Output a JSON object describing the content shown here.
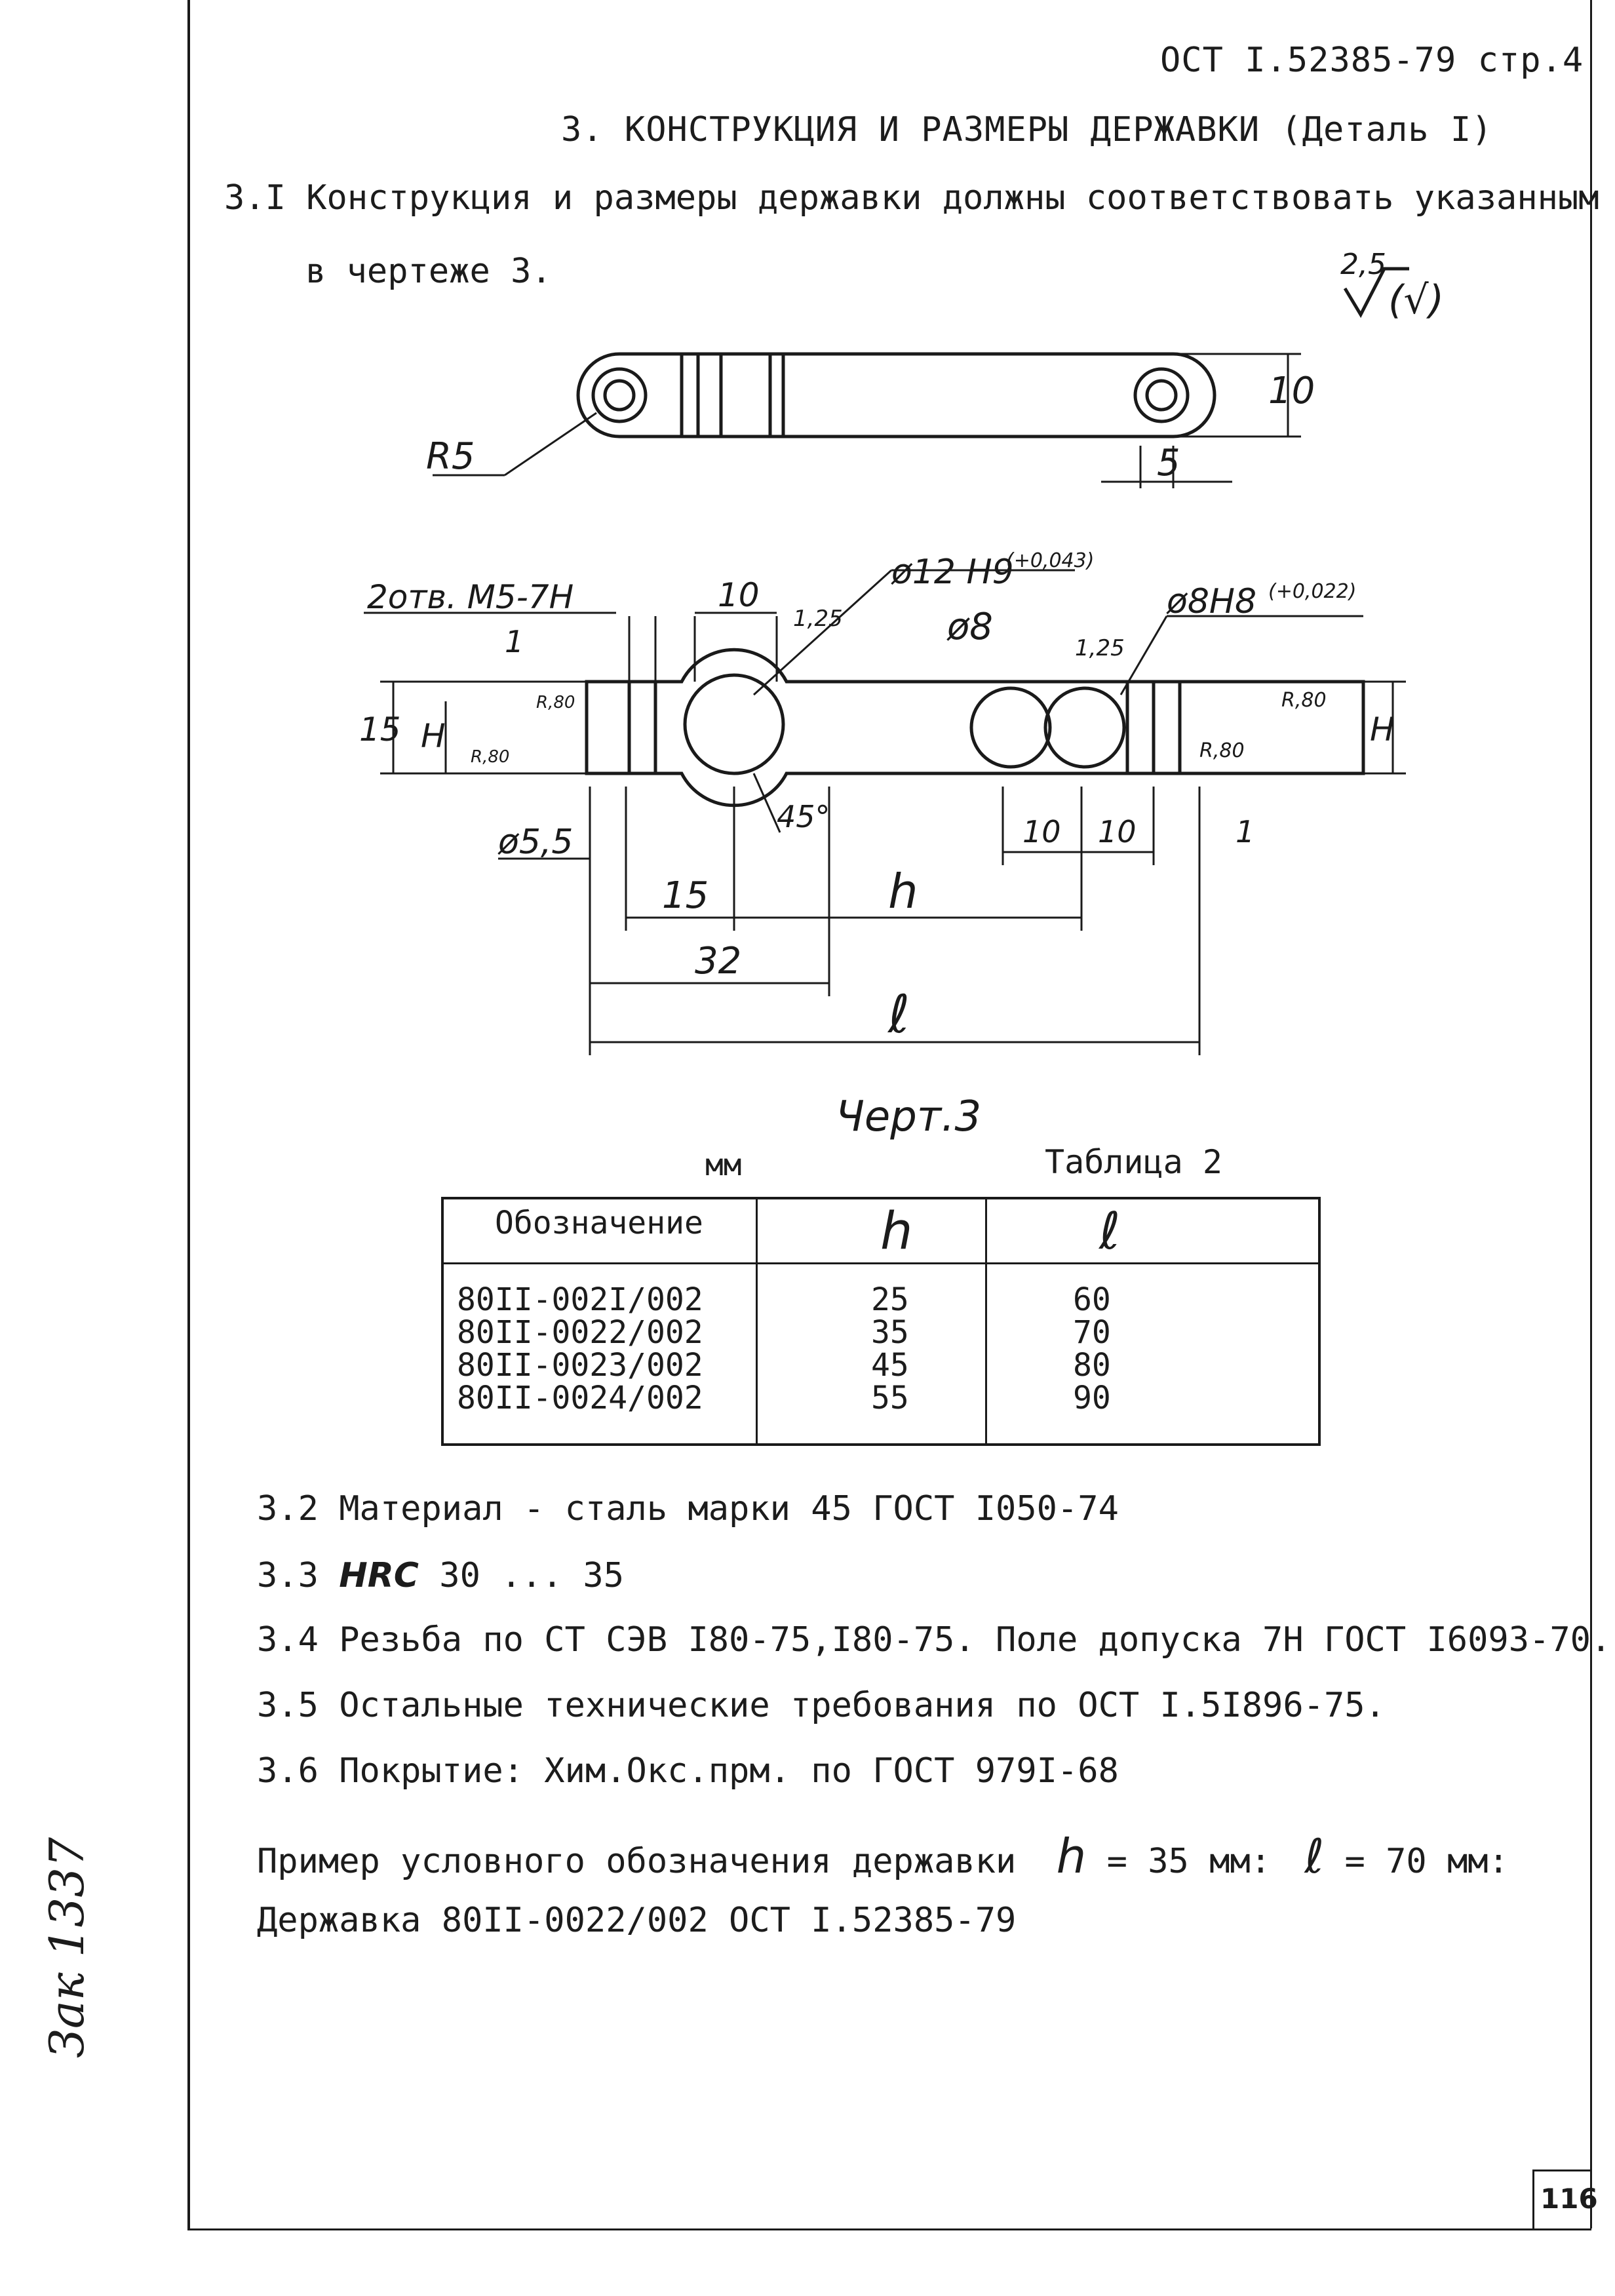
{
  "header": {
    "standard_code": "ОСТ I.52385-79 стр.4",
    "section_title": "3. КОНСТРУКЦИЯ И РАЗМЕРЫ ДЕРЖАВКИ (Деталь I)"
  },
  "intro": {
    "line1": "3.I Конструкция и размеры державки должны соответствовать указанным",
    "line2": "в чертеже 3."
  },
  "drawing": {
    "roughness_value": "2,5",
    "roughness_paren": "(√)",
    "top_view": {
      "radius_label": "R5",
      "height_label": "10",
      "offset_label": "5"
    },
    "section_view": {
      "threaded_holes_label": "2отв. M5-7H",
      "dim_10_top": "10",
      "chamfer_left": "1,25",
      "bore_label": "ø12 H9",
      "bore_tolerance": "(+0,043)",
      "pin_label": "ø8",
      "chamfer_right": "1,25",
      "small_bore_label": "ø8H8",
      "small_bore_tolerance": "(+0,022)",
      "dim_1_left": "1",
      "dim_15": "15",
      "dim_H_left": "H",
      "r_left_top": "R,80",
      "r_left_bottom": "R,80",
      "r_right_top": "R,80",
      "r_right_bottom": "R,80",
      "dim_H_right": "H",
      "angle_label": "45°",
      "hole_dia_label": "ø5,5",
      "dim_10_a": "10",
      "dim_10_b": "10",
      "dim_1_right": "1",
      "dim_15_bottom": "15",
      "dim_h": "h",
      "dim_32": "32",
      "dim_l": "ℓ"
    },
    "caption": "Черт.3"
  },
  "table": {
    "units": "мм",
    "caption": "Таблица 2",
    "headers": [
      "Обозначение",
      "h",
      "ℓ"
    ],
    "rows": [
      [
        "80II-002I/002",
        "25",
        "60"
      ],
      [
        "80II-0022/002",
        "35",
        "70"
      ],
      [
        "80II-0023/002",
        "45",
        "80"
      ],
      [
        "80II-0024/002",
        "55",
        "90"
      ]
    ]
  },
  "requirements": {
    "r32": "3.2 Материал - сталь марки 45 ГОСТ I050-74",
    "r33_prefix": "3.3",
    "r33_hrc": "HRC",
    "r33_value": "30 ... 35",
    "r34": "3.4 Резьба по СТ СЭВ I80-75,I80-75. Поле допуска 7Н ГОСТ I6093-70.",
    "r35": "3.5 Остальные технические требования по ОСТ I.5I896-75.",
    "r36": "3.6 Покрытие: Хим.Окс.прм. по ГОСТ 979I-68",
    "example_prefix": "Пример условного обозначения державки",
    "example_h": "h",
    "example_h_value": "= 35 мм:",
    "example_l": "ℓ",
    "example_l_value": "= 70 мм:",
    "example_line2": "Державка 80II-0022/002 ОСТ I.52385-79"
  },
  "margin_note": "Зак 1337",
  "page_number": "116"
}
